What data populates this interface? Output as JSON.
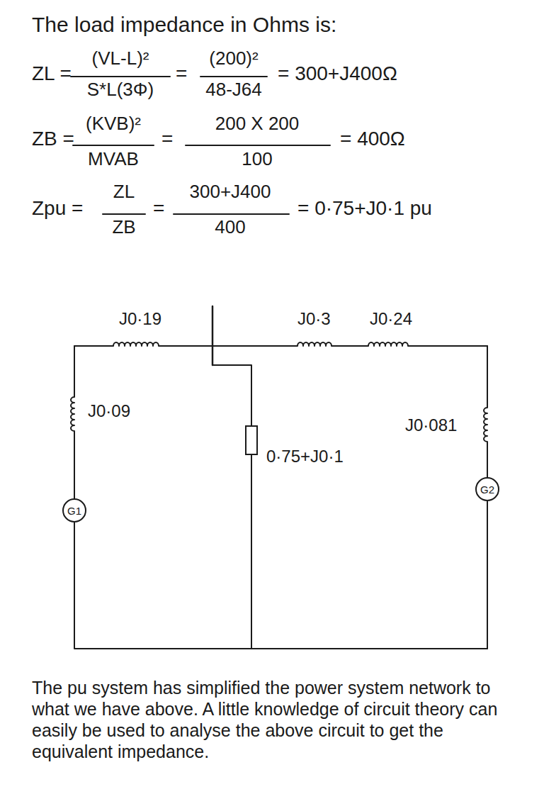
{
  "diagram": {
    "nodes": [
      {
        "text": [
          "G1"
        ]
      },
      {
        "text": [
          "0·75+J0·1"
        ]
      },
      {
        "text": [
          "G2"
        ]
      }
    ],
    "edges": [
      {
        "from": 0,
        "to": 2,
        "arrow": "none"
      },
      {
        "from": 1,
        "to": 2,
        "arrow": "none"
      }
    ],
    "labels": [
      "The load impedance in Ohms is:",
      "ZL =",
      "(VL-L)²",
      "S*L(3Φ)",
      "=",
      "(200)²",
      "48-J64",
      "= 300+J400Ω",
      "ZB =",
      "(KVB)²",
      "MVAB",
      "=",
      "200 X 200",
      "100",
      "= 400Ω",
      "Zpu =",
      "ZL",
      "ZB",
      "=",
      "300+J400",
      "400",
      "= 0·75+J0·1 pu",
      "J0·19",
      "J0·3",
      "J0·24",
      "J0·09",
      "J0·081",
      "The pu system has simplified the power system network to what we have above. A little knowledge of circuit theory can easily be used to analyse the above circuit to get the equivalent impedance."
    ]
  }
}
